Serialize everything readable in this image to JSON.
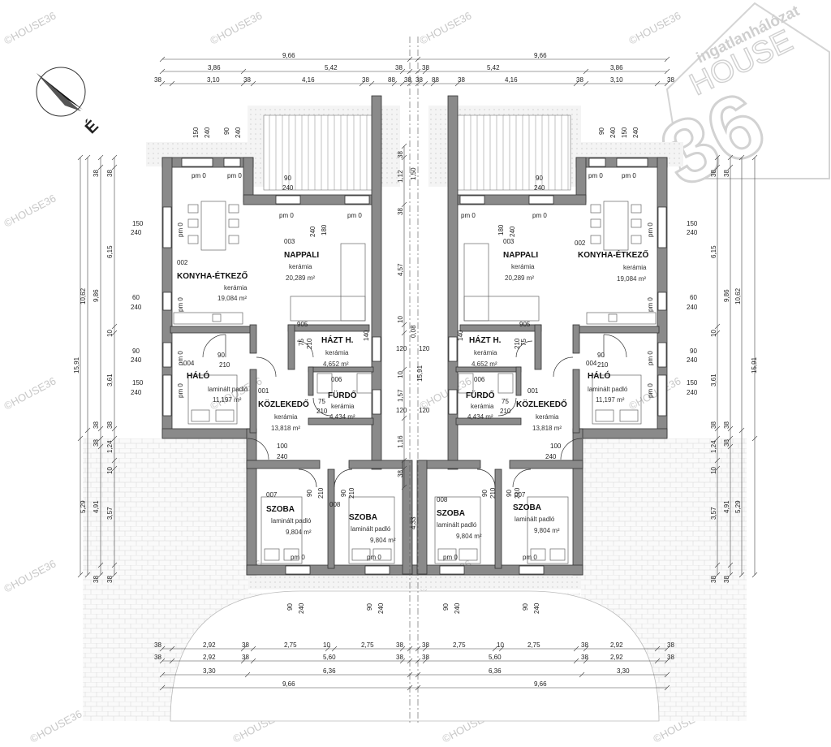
{
  "brand": {
    "watermark": "©HOUSE36",
    "logo_line1": "ingatlanhálózat",
    "logo_line2": "HOUSE",
    "logo_number": "36"
  },
  "compass": {
    "north_label": "É"
  },
  "dims_top": {
    "total_left": "9,66",
    "total_right": "9,66",
    "r2_a": "3,86",
    "r2_b": "5,42",
    "r2_c": "38",
    "r2_d": "38",
    "r2_e": "5,42",
    "r2_f": "3,86",
    "r3": [
      "38",
      "3,10",
      "38",
      "4,16",
      "38",
      "88",
      "38",
      "38",
      "88",
      "38",
      "4,16",
      "38",
      "3,10",
      "38"
    ]
  },
  "dims_bottom": {
    "r1": [
      "38",
      "2,92",
      "38",
      "2,75",
      "10",
      "2,75",
      "38",
      "38",
      "2,75",
      "10",
      "2,75",
      "38",
      "2,92",
      "38"
    ],
    "r2": [
      "38",
      "2,92",
      "38",
      "5,60",
      "38",
      "38",
      "5,60",
      "38",
      "2,92",
      "38"
    ],
    "r3": [
      "3,30",
      "6,36",
      "6,36",
      "3,30"
    ],
    "r4": [
      "9,66",
      "9,66"
    ]
  },
  "dims_left": {
    "total": "15,91",
    "upper": "10,62",
    "lower": "5,29",
    "c2": [
      "38",
      "9,86",
      "38",
      "38",
      "4,91",
      "38"
    ],
    "c3": [
      "38",
      "6,15",
      "10",
      "3,61",
      "38",
      "1,24",
      "10",
      "3,57",
      "38"
    ]
  },
  "dims_right": {
    "total": "15,91",
    "upper": "10,62",
    "lower": "5,29",
    "c2": [
      "38",
      "9,86",
      "38",
      "38",
      "4,91",
      "38"
    ],
    "c3": [
      "38",
      "6,15",
      "10",
      "3,61",
      "38",
      "1,24",
      "10",
      "3,57",
      "38"
    ]
  },
  "dims_center": [
    "38",
    "1,12",
    "38",
    "4,57",
    "10",
    "1,57",
    "10",
    "1,16",
    "38",
    "1,50",
    "0,08",
    "15,91",
    "4,33"
  ],
  "openings": {
    "w150": "150",
    "w240": "240",
    "w90": "90",
    "w60": "60",
    "w180": "180",
    "h210": "210",
    "w75": "75",
    "w140": "140",
    "w100": "100",
    "w905": "905",
    "w120": "120",
    "pm": "pm 0"
  },
  "rooms": [
    {
      "id": "002",
      "name": "KONYHA-ÉTKEZŐ",
      "floor": "kerámia",
      "area": "19,084 m²"
    },
    {
      "id": "003",
      "name": "NAPPALI",
      "floor": "kerámia",
      "area": "20,289 m²"
    },
    {
      "id": "004",
      "name": "HÁLÓ",
      "floor": "laminált padló",
      "area": "11,197 m²"
    },
    {
      "id": "005",
      "name": "HÁZT H.",
      "floor": "kerámia",
      "area": "4,652 m²"
    },
    {
      "id": "006",
      "name": "FÜRDŐ",
      "floor": "kerámia",
      "area": "4,434 m²"
    },
    {
      "id": "001",
      "name": "KÖZLEKEDŐ",
      "floor": "kerámia",
      "area": "13,818 m²"
    },
    {
      "id": "007",
      "name": "SZOBA",
      "floor": "laminált padló",
      "area": "9,804 m²"
    },
    {
      "id": "008",
      "name": "SZOBA",
      "floor": "laminált padló",
      "area": "9,804 m²"
    }
  ]
}
